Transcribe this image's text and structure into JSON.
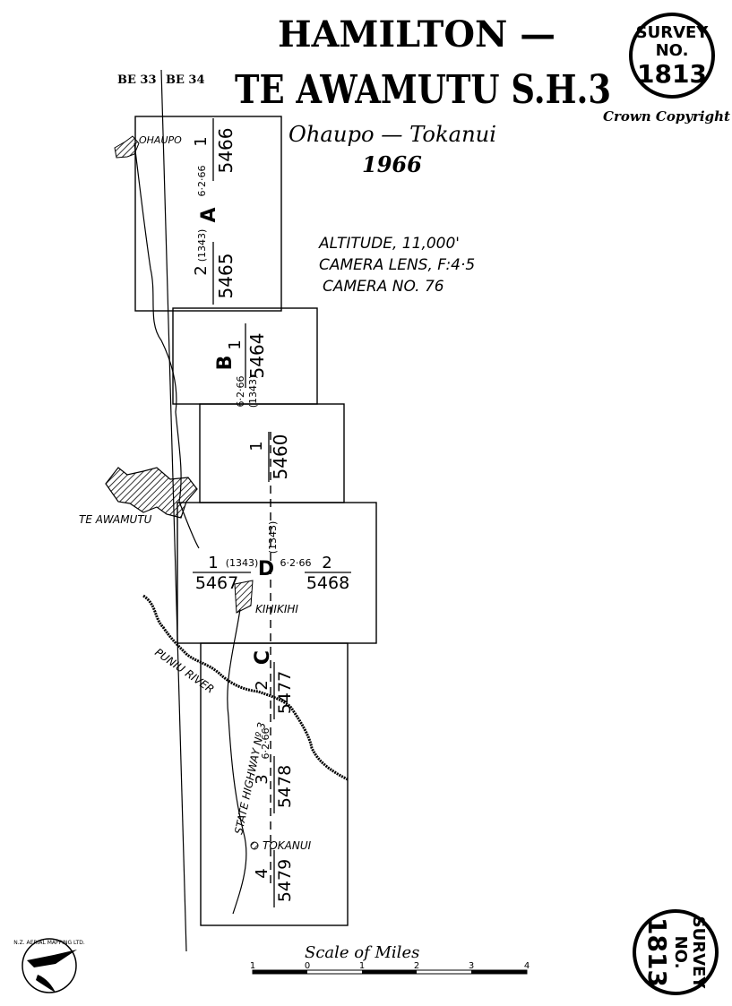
{
  "title": {
    "line1": "HAMILTON —",
    "line2": "TE AWAMUTU S.H.3",
    "subtitle": "Ohaupo — Tokanui",
    "year": "1966"
  },
  "copyright": "Crown Copyright",
  "survey_seal": {
    "line1": "SURVEY",
    "line2": "NO.",
    "number": "1813"
  },
  "flight_info": {
    "altitude": "ALTITUDE, 11,000'",
    "lens": "CAMERA LENS, F:4·5",
    "camera": "CAMERA NO. 76"
  },
  "sheets": {
    "left": "BE 33",
    "right": "BE 34"
  },
  "places": {
    "ohaupo": "OHAUPO",
    "te_awamutu": "TE AWAMUTU",
    "kihikihi": "KIHIKIHI",
    "tokanui": "TOKANUI",
    "river": "PUNIU RIVER",
    "highway": "STATE HIGHWAY Nº 3"
  },
  "runs": {
    "A": {
      "letter": "A",
      "date": "6·2·66",
      "film": "(1343)",
      "start_run": "2",
      "start_photo": "5465",
      "end_run": "1",
      "end_photo": "5466"
    },
    "B": {
      "letter": "B",
      "date": "6·2·66",
      "film": "(1343)",
      "end_run": "1",
      "end_photo": "5464"
    },
    "mid": {
      "run": "1",
      "photo": "5460"
    },
    "D": {
      "letter": "D",
      "date": "6·2·66",
      "film": "(1343)",
      "film2": "(1343)",
      "left_run": "1",
      "left_photo": "5467",
      "right_run": "2",
      "right_photo": "5468"
    },
    "C": {
      "letter": "C",
      "date": "6·2·66",
      "r2_run": "2",
      "r2_photo": "5477",
      "r3_run": "3",
      "r3_photo": "5478",
      "r4_run": "4",
      "r4_photo": "5479"
    }
  },
  "scale": {
    "title": "Scale of Miles",
    "ticks": [
      "1",
      "0",
      "1",
      "2",
      "3",
      "4"
    ]
  },
  "logo": {
    "text": "N.Z. AERIAL MAPPING LTD."
  }
}
